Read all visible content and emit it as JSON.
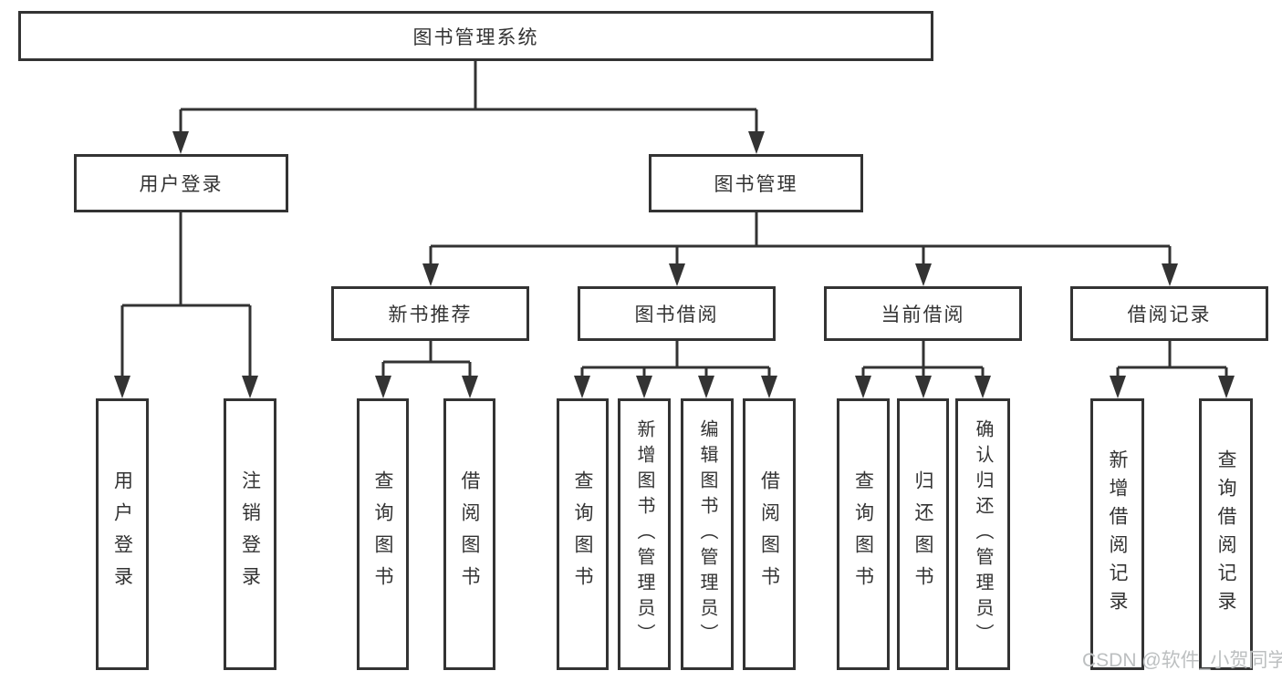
{
  "diagram_type": "functional-structure-tree",
  "colors": {
    "line": "#333333",
    "box_border": "#333333",
    "text": "#333333",
    "background": "#ffffff",
    "watermark": "#bcbfc0"
  },
  "tree": {
    "label": "图书管理系统",
    "children": [
      {
        "label": "用户登录",
        "children": [
          {
            "label": "用户登录"
          },
          {
            "label": "注销登录"
          }
        ]
      },
      {
        "label": "图书管理",
        "children": [
          {
            "label": "新书推荐",
            "children": [
              {
                "label": "查询图书"
              },
              {
                "label": "借阅图书"
              }
            ]
          },
          {
            "label": "图书借阅",
            "children": [
              {
                "label": "查询图书"
              },
              {
                "label": "新增图书（管理员）"
              },
              {
                "label": "编辑图书（管理员）"
              },
              {
                "label": "借阅图书"
              }
            ]
          },
          {
            "label": "当前借阅",
            "children": [
              {
                "label": "查询图书"
              },
              {
                "label": "归还图书"
              },
              {
                "label": "确认归还（管理员）"
              }
            ]
          },
          {
            "label": "借阅记录",
            "children": [
              {
                "label": "新增借阅记录"
              },
              {
                "label": "查询借阅记录"
              }
            ]
          }
        ]
      }
    ]
  },
  "watermark": {
    "text": "CSDN @软件_小贺同学"
  }
}
